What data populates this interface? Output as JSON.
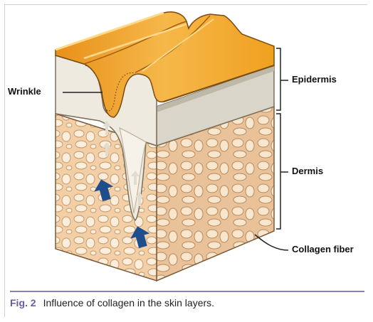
{
  "labels": {
    "wrinkle": "Wrinkle",
    "epidermis": "Epidermis",
    "dermis": "Dermis",
    "collagen_fiber": "Collagen fiber"
  },
  "caption": {
    "figure_number": "Fig. 2",
    "text": "Influence of collagen in the skin layers."
  },
  "colors": {
    "skin_surface": "#f0a01a",
    "epidermis_side": "#d9d5c8",
    "dermis_fill": "#f3d4b0",
    "collagen_cell": "#fbeedd",
    "arrow_blue": "#1f4e8c",
    "caption_accent": "#6b5aa7"
  }
}
